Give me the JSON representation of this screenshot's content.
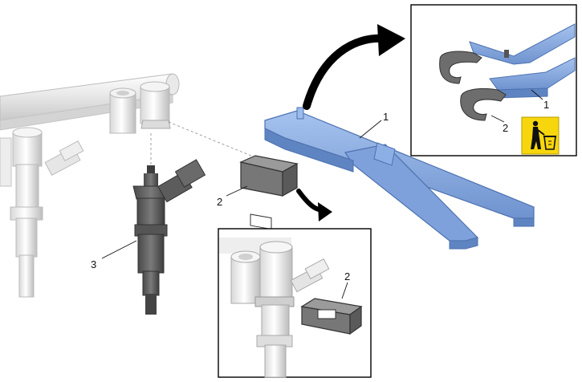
{
  "labels": {
    "tool": "1",
    "clip_main": "2",
    "injector": "3",
    "inset_top_tool": "1",
    "inset_top_clip": "2",
    "inset_bottom_clip": "2"
  },
  "icons": {
    "recycle": "person-disposing-in-bin-icon"
  },
  "colors": {
    "tool_blue": "#8db0e6",
    "tool_blue_dark": "#5f84c2",
    "clip_gray": "#6d6d6d",
    "injector_gray": "#5a5a5a",
    "rail_light": "#ececec",
    "warning_yellow": "#f7d60e"
  }
}
